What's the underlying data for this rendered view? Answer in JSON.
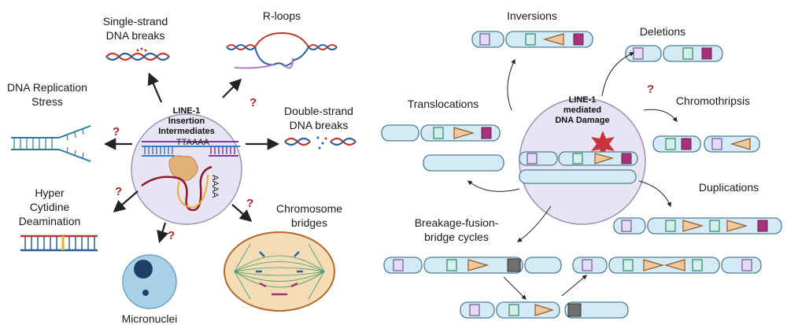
{
  "left": {
    "center": {
      "line1": "LINE-1",
      "line2": "Insertion",
      "line3": "Intermediates",
      "seq": "TTAAAA",
      "seq_vertical": "AAAA"
    },
    "labels": {
      "ssb_1": "Single-strand",
      "ssb_2": "DNA breaks",
      "rloops": "R-loops",
      "rep_1": "DNA Replication",
      "rep_2": "Stress",
      "dsb_1": "Double-strand",
      "dsb_2": "DNA breaks",
      "hyper_1": "Hyper",
      "hyper_2": "Cytidine",
      "hyper_3": "Deamination",
      "chrom_1": "Chromosome",
      "chrom_2": "bridges",
      "micro": "Micronuclei"
    },
    "question_mark": "?"
  },
  "right": {
    "center": {
      "line1": "LINE-1",
      "line2": "mediated",
      "line3": "DNA Damage"
    },
    "labels": {
      "inversions": "Inversions",
      "deletions": "Deletions",
      "translocations": "Translocations",
      "chromothripsis": "Chromothripsis",
      "duplications": "Duplications",
      "bfb_1": "Breakage-fusion-",
      "bfb_2": "bridge cycles"
    },
    "question_mark": "?"
  },
  "colors": {
    "circle_fill": "#e8e4f3",
    "circle_stroke": "#9a93b3",
    "chrom_fill": "#d4ebf5",
    "chrom_stroke": "#4d7e96",
    "purple": "#7b5ea7",
    "teal": "#2f8f7e",
    "tan": "#f3c69c",
    "magenta": "#a83279",
    "red_strand": "#c0392b",
    "blue_strand": "#2c5f9e",
    "question": "#a52a2a"
  }
}
